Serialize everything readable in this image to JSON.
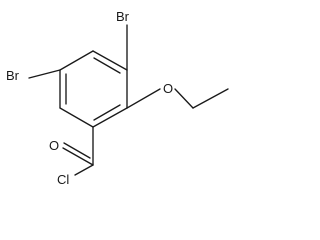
{
  "molecule": {
    "atoms": {
      "br_top": "Br",
      "br_left": "Br",
      "o_ether": "O",
      "o_carbonyl": "O",
      "cl": "Cl"
    }
  }
}
